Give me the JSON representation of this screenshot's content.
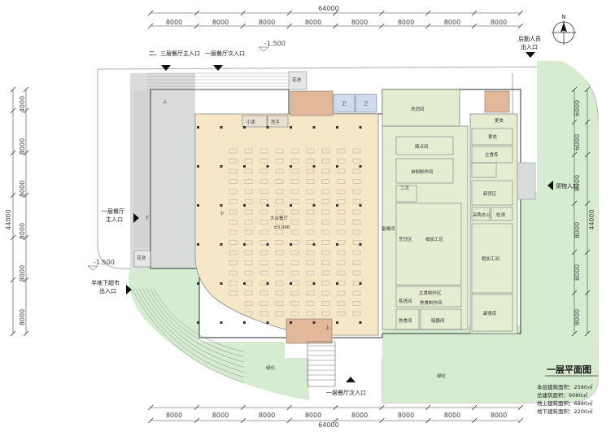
{
  "dimensions": {
    "total_width": "64000",
    "total_height": "44000",
    "top_spans": [
      "8000",
      "8000",
      "8000",
      "8000",
      "8000",
      "8000",
      "8000",
      "8000"
    ],
    "bottom_spans": [
      "8000",
      "8000",
      "8000",
      "8000",
      "8000",
      "8000",
      "8000",
      "8000"
    ],
    "left_spans": [
      "4000",
      "8000",
      "8000",
      "8000",
      "8000",
      "8000"
    ],
    "right_spans": [
      "6000",
      "6000",
      "8000",
      "8000",
      "8000",
      "8000"
    ]
  },
  "elevations": {
    "top": "-1.500",
    "left": "-1.500",
    "hall": "±0.000"
  },
  "entrances": {
    "top_main": "二、三层餐厅主入口",
    "top_secondary": "一层餐厅次入口",
    "left_main_line1": "一层餐厅",
    "left_main_line2": "主入口",
    "left_market_line1": "半地下超市",
    "left_market_line2": "出入口",
    "bottom_secondary": "一层餐厅次入口",
    "staff_line1": "后勤人员",
    "staff_line2": "出入口",
    "goods": "货物入口"
  },
  "rooms": {
    "hall": "大众餐厅",
    "xiaomai": "小卖",
    "xiwu": "売乎",
    "wc1": "卫",
    "wc2": "卫",
    "wash": "洗消间",
    "dessert": "面点间",
    "self_made": "自制制作间",
    "second_change": "二次",
    "prep": "备餐间",
    "cooking": "烹饪区",
    "hot_kitchen": "细加工区",
    "staple": "主食制作区",
    "hot_prep": "熟食制作间",
    "side_in": "炼进间",
    "cooked": "熟食间",
    "dark": "暗器间",
    "change1": "更衣",
    "change2": "更衣",
    "main_store": "主食库",
    "unload": "卸货区",
    "purchase": "采购办公",
    "inspect": "检测",
    "rough": "粗加工间",
    "side_store": "副食库",
    "flower1": "花池",
    "flower2": "花池",
    "green1": "绿化",
    "green2": "绿化",
    "down": "下",
    "up": "上"
  },
  "title": "一层平面图",
  "stats": [
    "本层建筑面积：2560㎡",
    "总建筑面积：9080㎡",
    "地上建筑面积：6880㎡",
    "地下建筑面积：2200㎡"
  ],
  "compass_letter": "N",
  "colors": {
    "hall": "#f6e7c6",
    "kitchen": "#e4edd0",
    "green": "#d6ecd1",
    "gray": "#d9dcda",
    "stair": "#e3b89a",
    "wc": "#cfdcef"
  }
}
